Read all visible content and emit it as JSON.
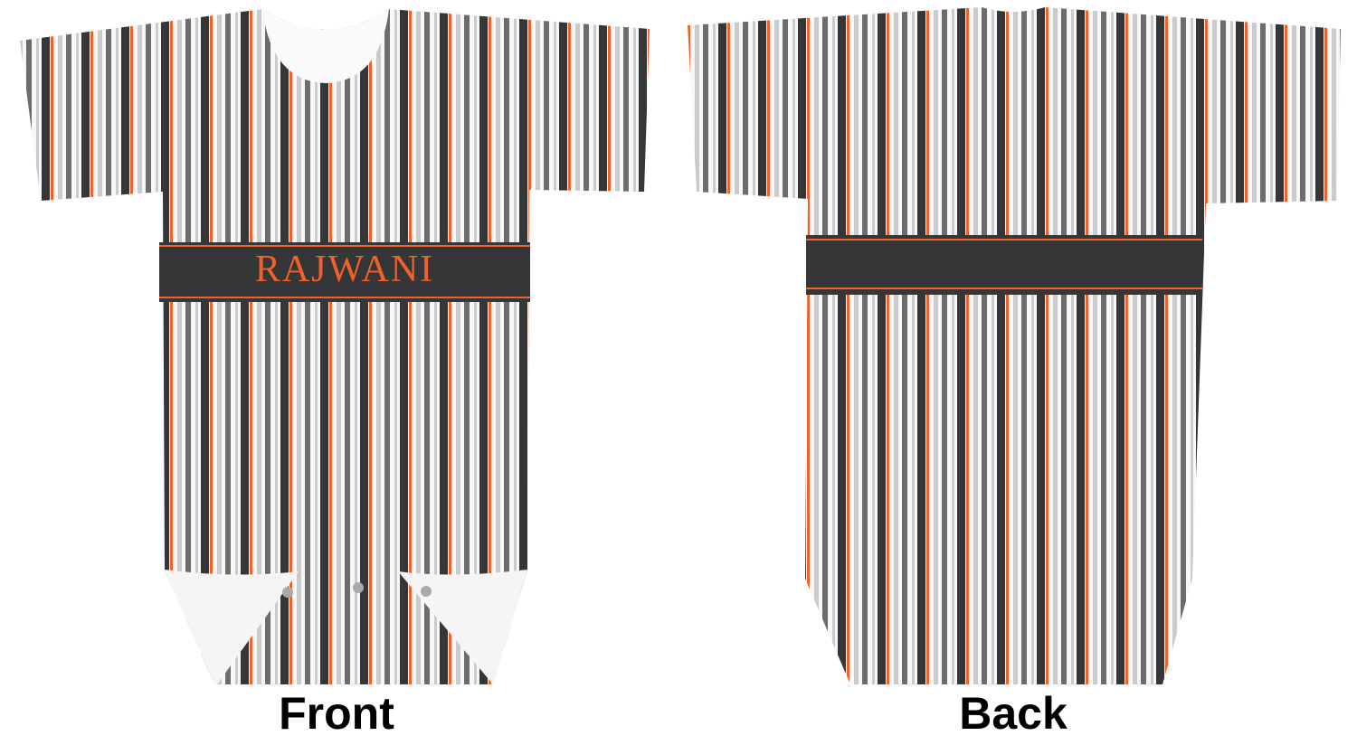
{
  "front": {
    "caption": "Front",
    "name_text": "RAJWANI"
  },
  "back": {
    "caption": "Back"
  },
  "colors": {
    "dark": "#353637",
    "orange": "#f0622a",
    "gray": "#6b6c6e",
    "light": "#c9cbcd",
    "white": "#f7f7f7"
  }
}
